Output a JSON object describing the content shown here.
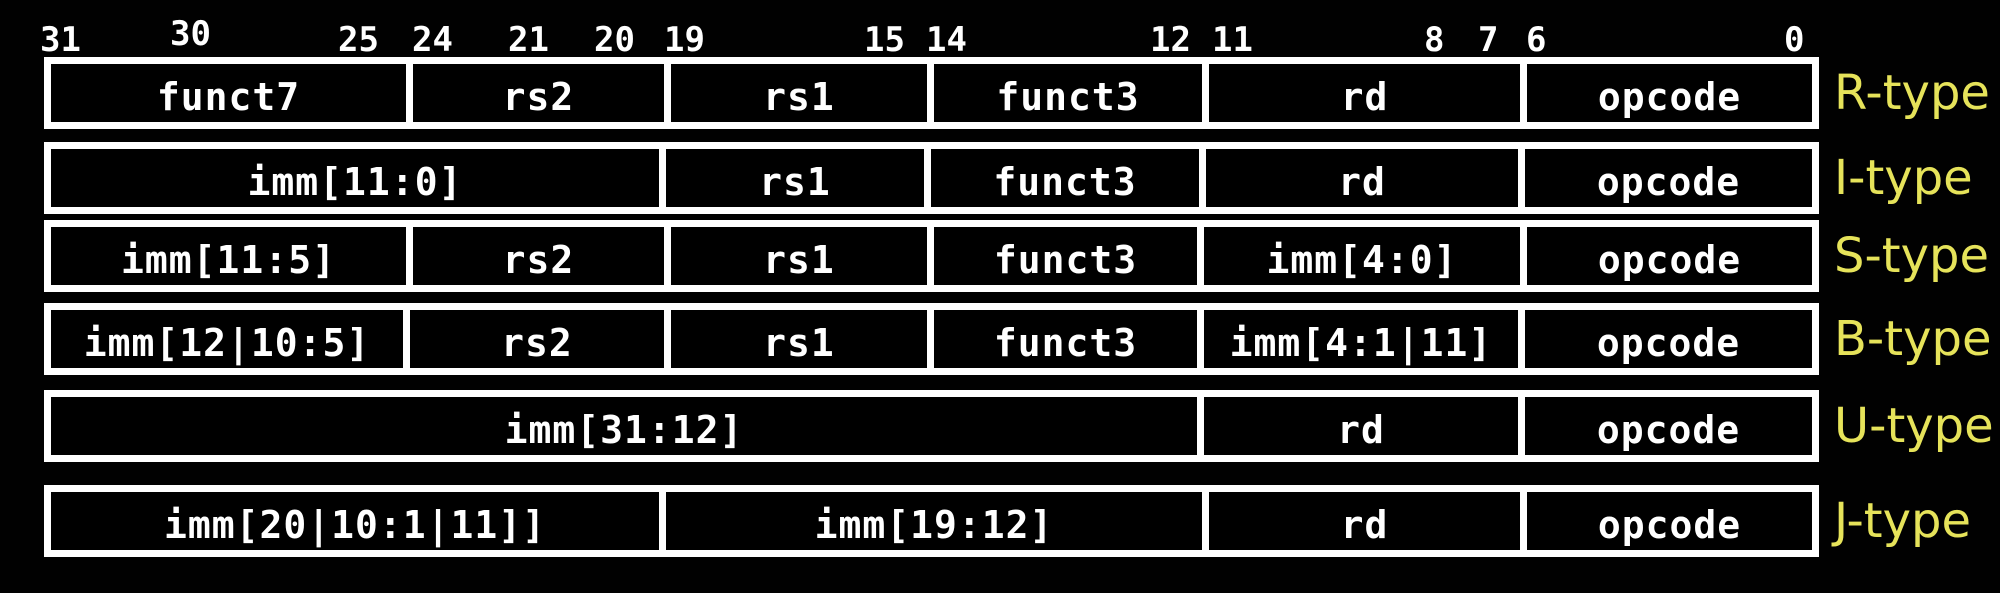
{
  "bit_labels": [
    "31",
    "30",
    "25",
    "24",
    "21",
    "20",
    "19",
    "15",
    "14",
    "12",
    "11",
    "8",
    "7",
    "6",
    "0"
  ],
  "formats": [
    {
      "type": "R-type",
      "fields": [
        "funct7",
        "rs2",
        "rs1",
        "funct3",
        "rd",
        "opcode"
      ]
    },
    {
      "type": "I-type",
      "fields": [
        "imm[11:0]",
        "rs1",
        "funct3",
        "rd",
        "opcode"
      ]
    },
    {
      "type": "S-type",
      "fields": [
        "imm[11:5]",
        "rs2",
        "rs1",
        "funct3",
        "imm[4:0]",
        "opcode"
      ]
    },
    {
      "type": "B-type",
      "fields": [
        "imm[12|10:5]",
        "rs2",
        "rs1",
        "funct3",
        "imm[4:1|11]",
        "opcode"
      ]
    },
    {
      "type": "U-type",
      "fields": [
        "imm[31:12]",
        "rd",
        "opcode"
      ]
    },
    {
      "type": "J-type",
      "fields": [
        "imm[20|10:1|11]]",
        "imm[19:12]",
        "rd",
        "opcode"
      ]
    }
  ],
  "colors": {
    "background": "#000000",
    "box": "#ffffff",
    "type_label": "#e6e35a"
  }
}
